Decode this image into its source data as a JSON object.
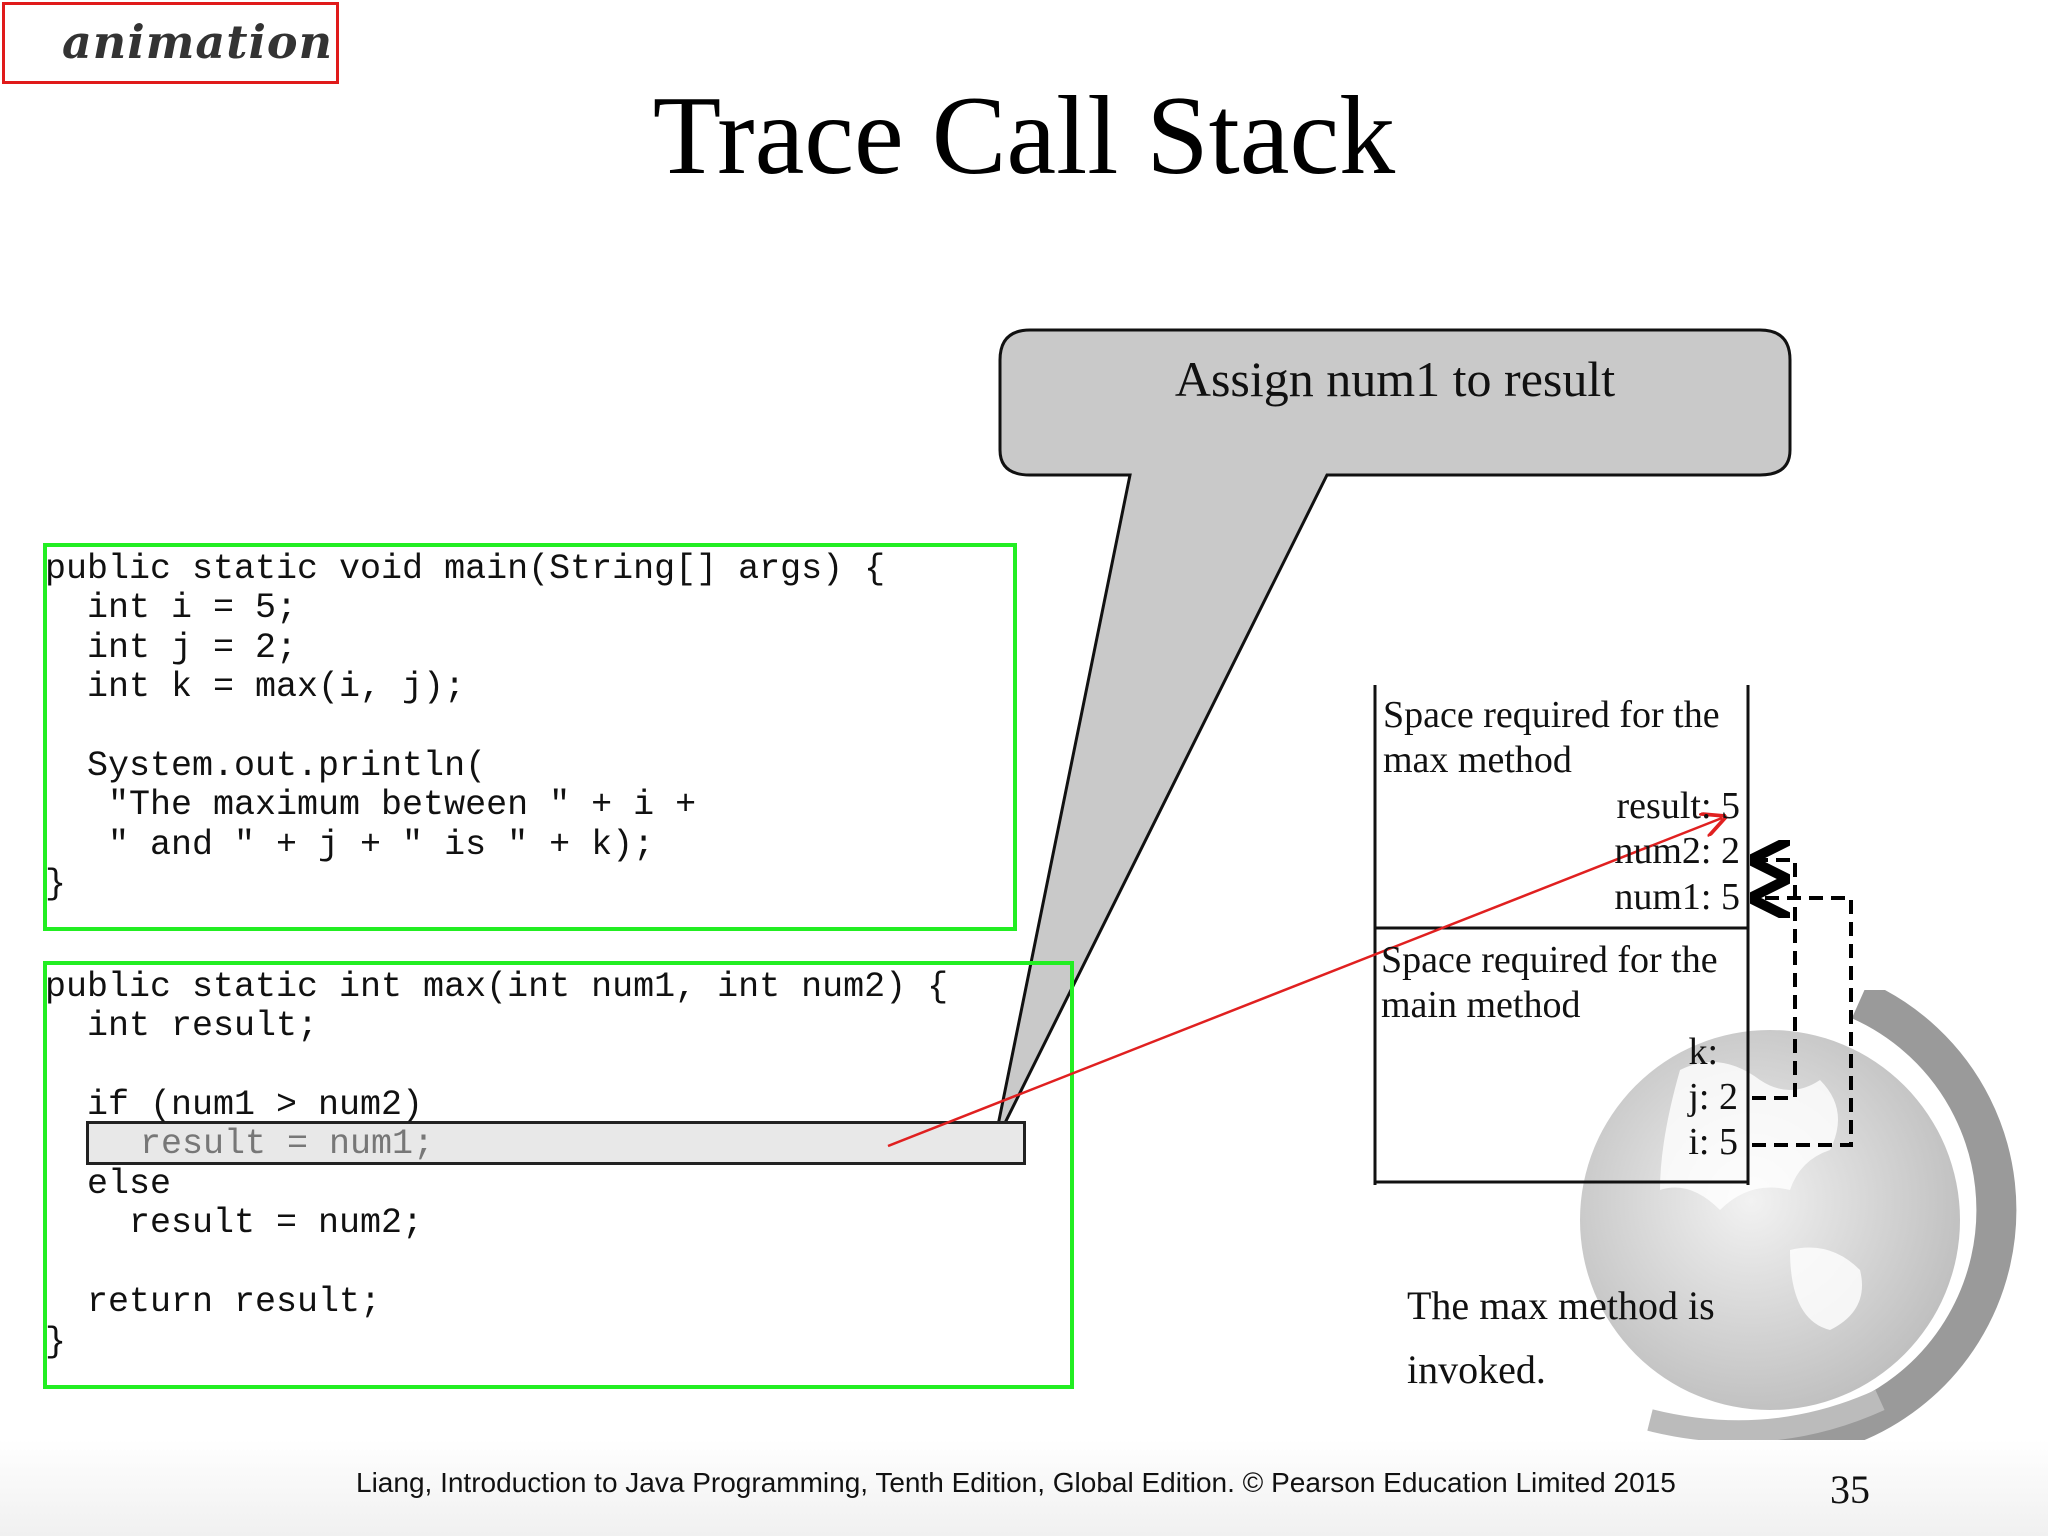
{
  "badge": {
    "label": "animation"
  },
  "slide": {
    "title": "Trace Call Stack"
  },
  "callout": {
    "text": "Assign num1 to result"
  },
  "code": {
    "main": "public static void main(String[] args) {\n  int i = 5;\n  int j = 2;\n  int k = max(i, j);\n\n  System.out.println(\n   \"The maximum between \" + i +\n   \" and \" + j + \" is \" + k);\n}",
    "max": "public static int max(int num1, int num2) {\n  int result;\n\n  if (num1 > num2)\n\n  else\n    result = num2;\n\n  return result;\n}",
    "highlighted_line": "  result = num1;"
  },
  "stack": {
    "max_frame": {
      "label_line1": "Space required for the",
      "label_line2": "max method",
      "result": "result: 5",
      "num2": "num2: 2",
      "num1": "num1: 5"
    },
    "main_frame": {
      "label_line1": "Space required for the",
      "label_line2": "main method",
      "k": "k:",
      "j": "j: 2",
      "i": "i: 5"
    }
  },
  "caption": {
    "line1": "The max method is",
    "line2": "invoked."
  },
  "footer": {
    "text": "Liang, Introduction to Java Programming, Tenth Edition, Global Edition. © Pearson Education Limited 2015",
    "page": "35"
  }
}
